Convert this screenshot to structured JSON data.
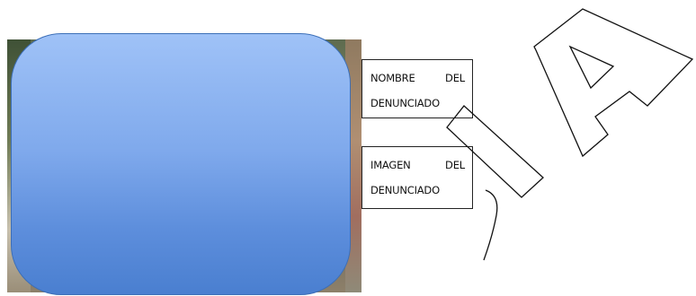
{
  "photo_card": {
    "fill_top": "#9fc2f7",
    "fill_bottom": "#4a7fd0",
    "border": "#3c6fb8"
  },
  "labels": {
    "name_line1": "NOMBRE   DEL",
    "name_line2": "DENUNCIADO",
    "image_line1": "IMAGEN     DEL",
    "image_line2": "DENUNCIADO"
  },
  "watermark_glyphs": [
    "C",
    "I",
    "A"
  ]
}
